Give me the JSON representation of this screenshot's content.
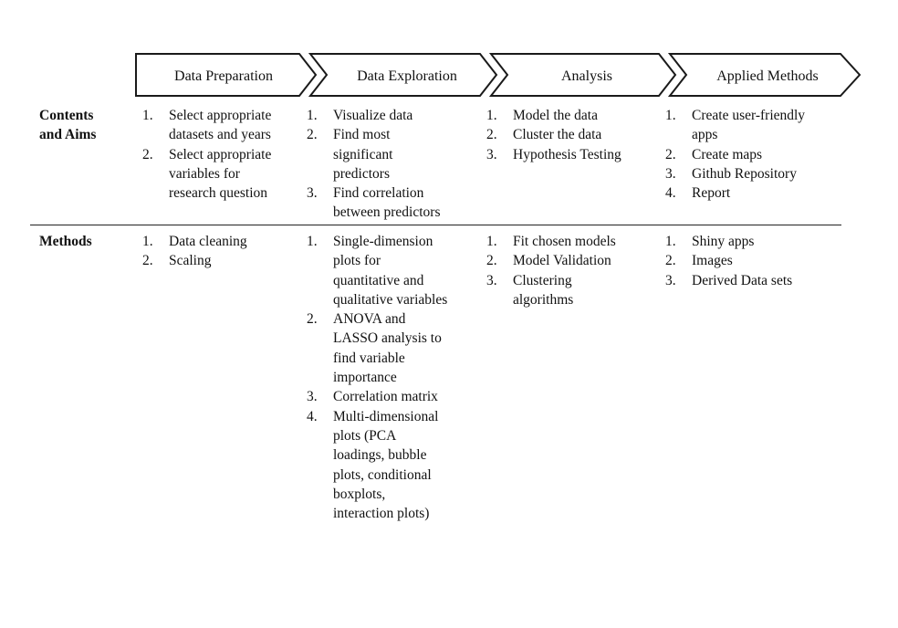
{
  "phases": [
    {
      "label": "Data Preparation"
    },
    {
      "label": "Data Exploration"
    },
    {
      "label": "Analysis"
    },
    {
      "label": "Applied Methods"
    }
  ],
  "rows": [
    {
      "label_lines": [
        "Contents",
        "and Aims"
      ],
      "cells": [
        {
          "items": [
            {
              "num": "1.",
              "lines": [
                "Select appropriate",
                "datasets and years"
              ]
            },
            {
              "num": "2.",
              "lines": [
                "Select appropriate",
                "variables for",
                "research question"
              ]
            }
          ]
        },
        {
          "items": [
            {
              "num": "1.",
              "lines": [
                "Visualize  data"
              ]
            },
            {
              "num": "2.",
              "lines": [
                "Find most",
                "significant",
                "predictors"
              ]
            },
            {
              "num": "3.",
              "lines": [
                "Find correlation",
                "between predictors"
              ]
            }
          ]
        },
        {
          "items": [
            {
              "num": "1.",
              "lines": [
                "Model the data"
              ]
            },
            {
              "num": "2.",
              "lines": [
                "Cluster the data"
              ]
            },
            {
              "num": "3.",
              "lines": [
                "Hypothesis Testing"
              ]
            }
          ]
        },
        {
          "items": [
            {
              "num": "1.",
              "lines": [
                "Create user-friendly",
                "apps"
              ]
            },
            {
              "num": "2.",
              "lines": [
                "Create maps"
              ]
            },
            {
              "num": "3.",
              "lines": [
                "Github Repository"
              ]
            },
            {
              "num": "4.",
              "lines": [
                "Report"
              ]
            }
          ]
        }
      ]
    },
    {
      "label_lines": [
        "Methods"
      ],
      "cells": [
        {
          "items": [
            {
              "num": "1.",
              "lines": [
                "Data cleaning"
              ]
            },
            {
              "num": "2.",
              "lines": [
                "Scaling"
              ]
            }
          ]
        },
        {
          "items": [
            {
              "num": "1.",
              "lines": [
                "Single-dimension",
                "plots for",
                "quantitative and",
                "qualitative variables"
              ]
            },
            {
              "num": "2.",
              "lines": [
                "ANOVA and",
                "LASSO analysis to",
                "find variable",
                "importance"
              ]
            },
            {
              "num": "3.",
              "lines": [
                "Correlation matrix"
              ]
            },
            {
              "num": "4.",
              "lines": [
                "Multi-dimensional",
                "plots (PCA",
                "loadings, bubble",
                "plots, conditional",
                "boxplots,",
                "interaction plots)"
              ]
            }
          ]
        },
        {
          "items": [
            {
              "num": "1.",
              "lines": [
                "Fit chosen models"
              ]
            },
            {
              "num": "2.",
              "lines": [
                "Model Validation"
              ]
            },
            {
              "num": "3.",
              "lines": [
                "Clustering",
                "algorithms"
              ]
            }
          ]
        },
        {
          "items": [
            {
              "num": "1.",
              "lines": [
                "Shiny apps"
              ]
            },
            {
              "num": "2.",
              "lines": [
                "Images"
              ]
            },
            {
              "num": "3.",
              "lines": [
                "Derived Data sets"
              ]
            }
          ]
        }
      ]
    }
  ]
}
